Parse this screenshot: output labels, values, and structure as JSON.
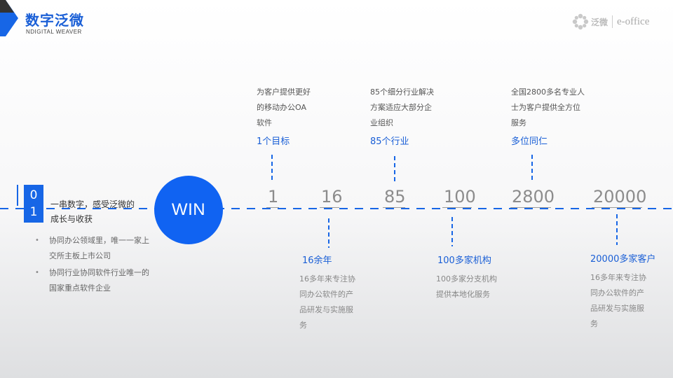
{
  "header": {
    "title": "数字泛微",
    "subtitle": "NDIGITAL WEAVER",
    "logo_cn": "泛微",
    "logo_en": "e-office"
  },
  "section": {
    "digit_1": "0",
    "digit_2": "1",
    "intro": "一串数字，感受泛微的成长与收获",
    "bullets": [
      "协同办公领域里，唯一一家上交所主板上市公司",
      "协同行业协同软件行业唯一的国家重点软件企业"
    ]
  },
  "win_label": "WIN",
  "numbers": [
    "1",
    "16",
    "85",
    "100",
    "2800",
    "20000"
  ],
  "callouts_top": [
    {
      "desc": [
        "为客户提供更好",
        "的移动办公OA",
        "软件"
      ],
      "label": "1个目标"
    },
    {
      "desc": [
        "85个细分行业解决",
        "方案适应大部分企",
        "业组织"
      ],
      "label": "85个行业"
    },
    {
      "desc": [
        "全国2800多名专业人",
        "士为客户提供全方位",
        "服务"
      ],
      "label": "多位同仁"
    }
  ],
  "callouts_bottom": [
    {
      "label": "16余年",
      "desc": [
        "16多年来专注协",
        "同办公软件的产",
        "品研发与实施服",
        "务"
      ]
    },
    {
      "label": "100多家机构",
      "desc": [
        "100多家分支机构",
        "提供本地化服务"
      ]
    },
    {
      "label": "20000多家客户",
      "desc": [
        "16多年来专注协",
        "同办公软件的产",
        "品研发与实施服",
        "务"
      ]
    }
  ],
  "colors": {
    "accent": "#1766e6",
    "muted": "#8c8c8c"
  }
}
